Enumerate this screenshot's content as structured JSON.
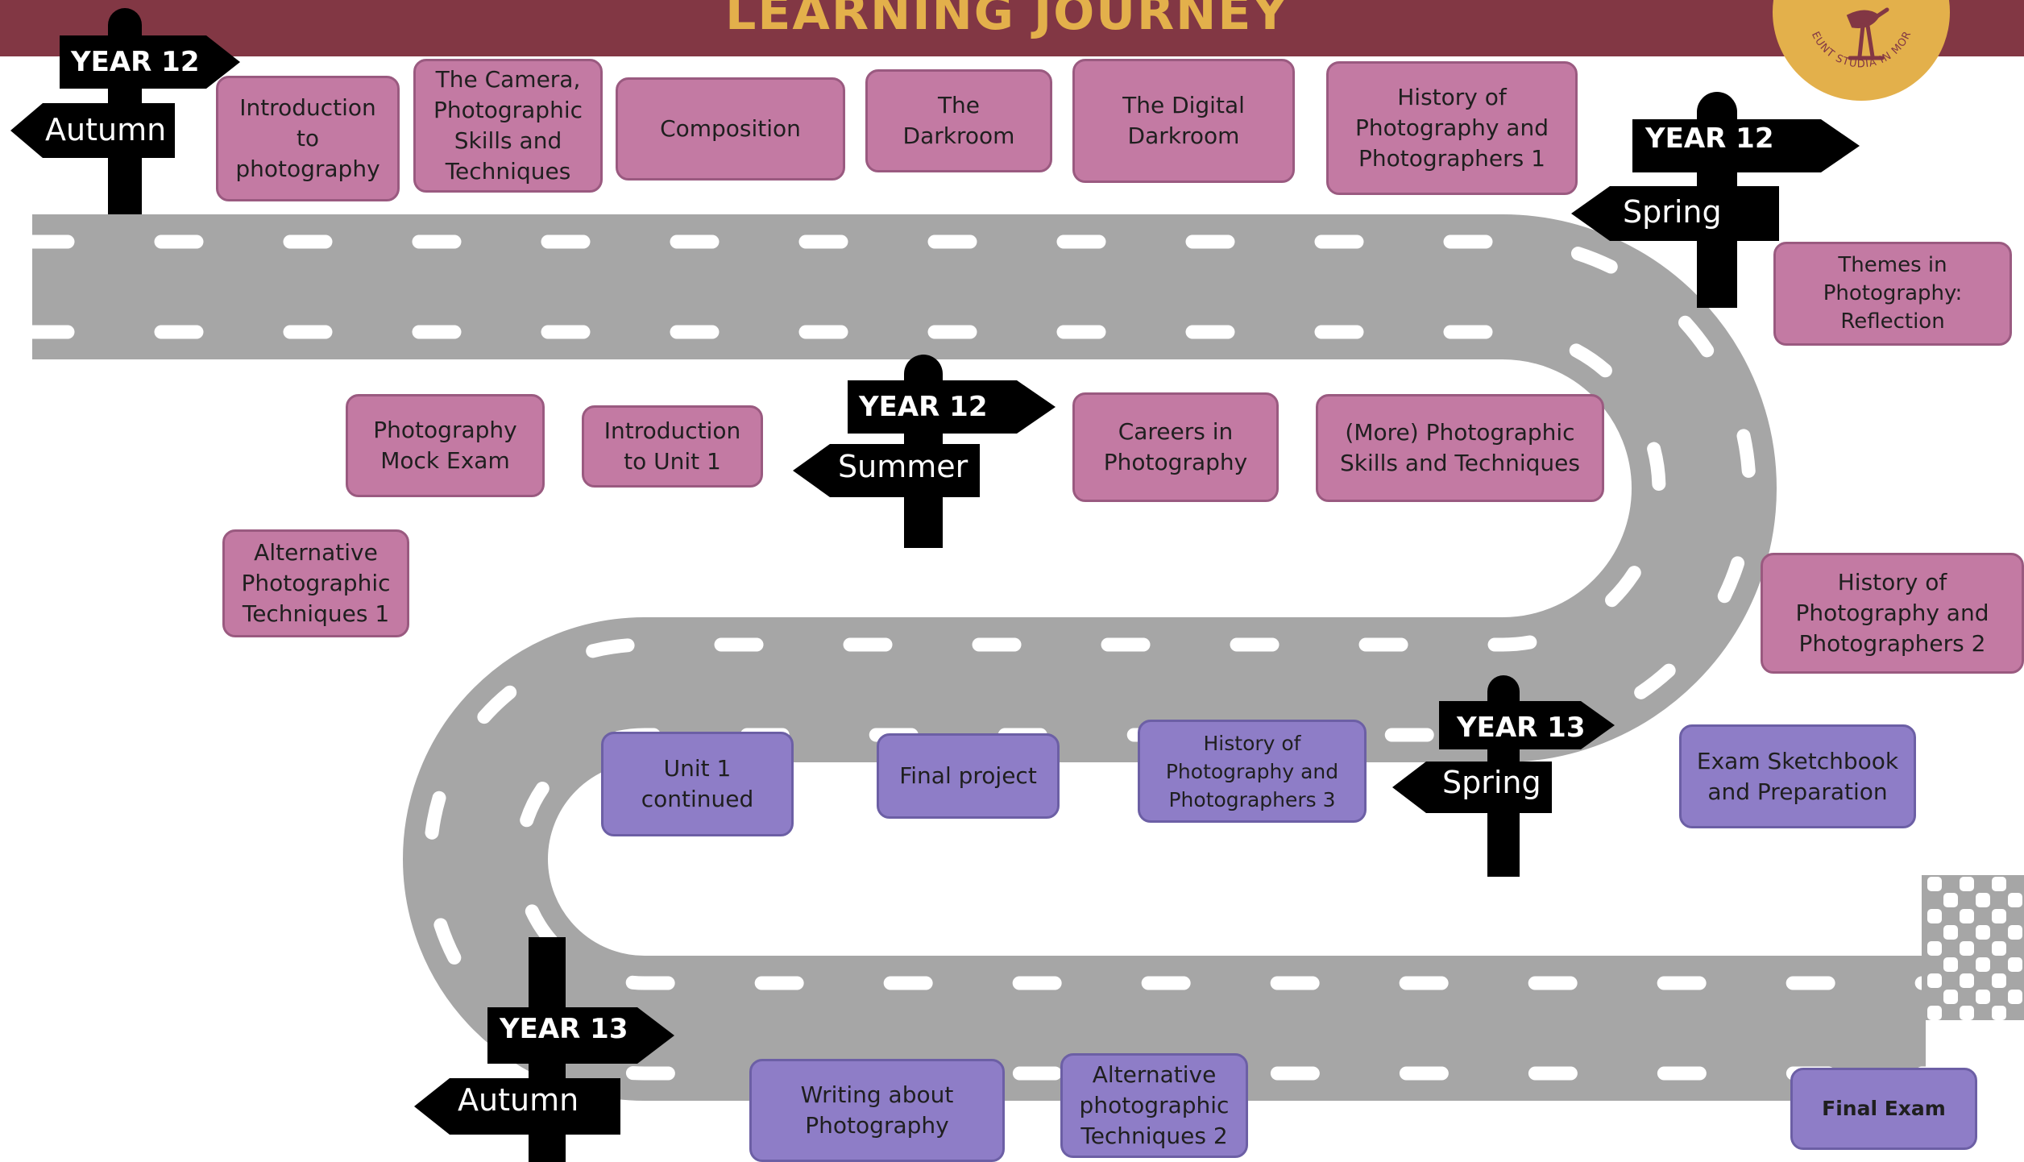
{
  "title": "LEARNING JOURNEY",
  "colors": {
    "header": "#823744",
    "title": "#e3b04b",
    "road": "#a6a6a6",
    "dash": "#ffffff",
    "pink_box": "#c37aa3",
    "purple_box": "#8e7dc7",
    "sign": "#000000",
    "logo": "#e3b04b"
  },
  "logo": {
    "icon": "heron-bird-icon",
    "motto": "ABEUNT STUDIA IN MORES"
  },
  "signposts": [
    {
      "year": "YEAR 12",
      "season": "Autumn"
    },
    {
      "year": "YEAR 12",
      "season": "Spring"
    },
    {
      "year": "YEAR 12",
      "season": "Summer"
    },
    {
      "year": "YEAR 13",
      "season": "Spring"
    },
    {
      "year": "YEAR 13",
      "season": "Autumn"
    }
  ],
  "topics": [
    {
      "label": "Introduction\nto\nphotography",
      "color": "pink"
    },
    {
      "label": "The Camera,\nPhotographic\nSkills and\nTechniques",
      "color": "pink"
    },
    {
      "label": "Composition",
      "color": "pink"
    },
    {
      "label": "The\nDarkroom",
      "color": "pink"
    },
    {
      "label": "The Digital\nDarkroom",
      "color": "pink"
    },
    {
      "label": "History of\nPhotography and\nPhotographers 1",
      "color": "pink"
    },
    {
      "label": "Themes in\nPhotography:\nReflection",
      "color": "pink"
    },
    {
      "label": "Photography\nMock Exam",
      "color": "pink"
    },
    {
      "label": "Introduction\nto Unit 1",
      "color": "pink"
    },
    {
      "label": "Careers in\nPhotography",
      "color": "pink"
    },
    {
      "label": "(More) Photographic\nSkills and Techniques",
      "color": "pink"
    },
    {
      "label": "Alternative\nPhotographic\nTechniques 1",
      "color": "pink"
    },
    {
      "label": "History of\nPhotography and\nPhotographers 2",
      "color": "pink"
    },
    {
      "label": "Unit 1\ncontinued",
      "color": "purple"
    },
    {
      "label": "Final project",
      "color": "purple"
    },
    {
      "label": "History of\nPhotography and\nPhotographers 3",
      "color": "purple"
    },
    {
      "label": "Exam Sketchbook\nand Preparation",
      "color": "purple"
    },
    {
      "label": "Writing about\nPhotography",
      "color": "purple"
    },
    {
      "label": "Alternative\nphotographic\nTechniques 2",
      "color": "purple"
    },
    {
      "label": "Final Exam",
      "color": "purple"
    }
  ]
}
